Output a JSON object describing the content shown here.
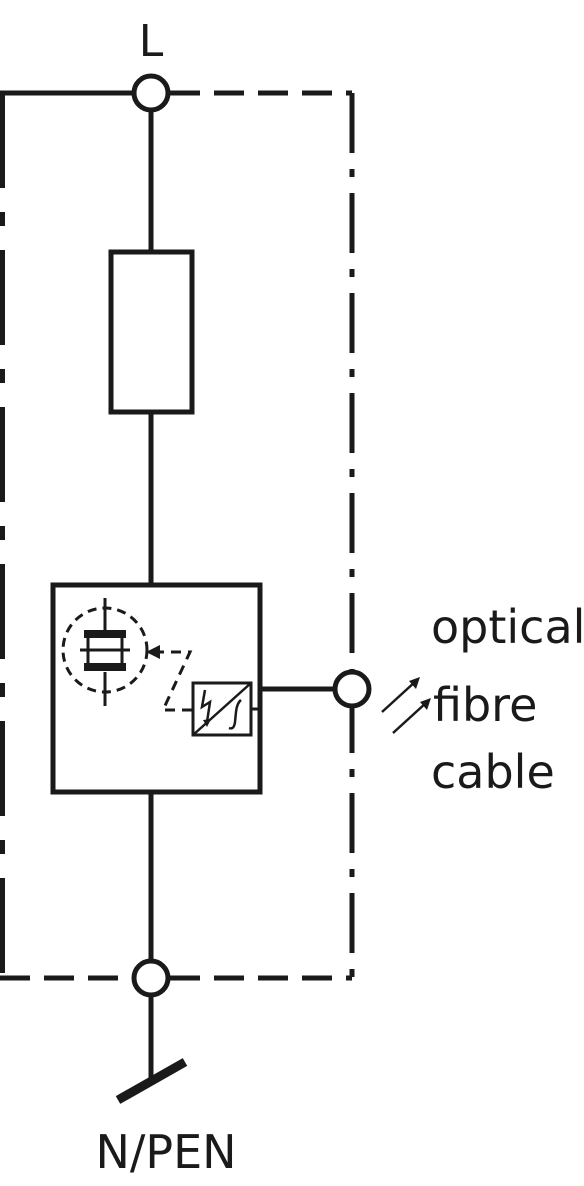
{
  "labels": {
    "top_terminal": "L",
    "bottom_terminal": "N/PEN",
    "output_line1": "optical",
    "output_line2": "fibre",
    "output_line3": "cable"
  },
  "colors": {
    "line": "#1a1a1a",
    "background": "#ffffff"
  }
}
